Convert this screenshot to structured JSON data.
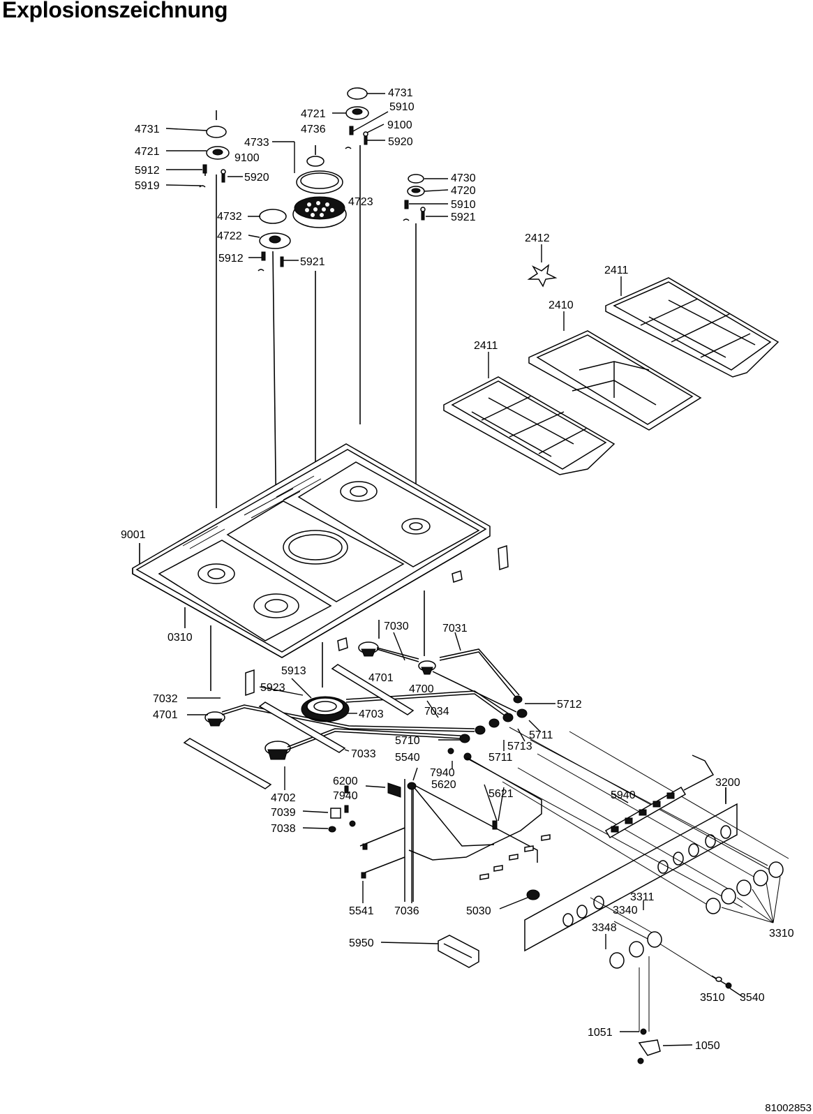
{
  "title": "Explosionszeichnung",
  "document_number": "81002853",
  "parts": {
    "p4731a": "4731",
    "p4721a": "4721",
    "p5912a": "5912",
    "p5919": "5919",
    "p9100a": "9100",
    "p5920a": "5920",
    "p4733": "4733",
    "p4736": "4736",
    "p4732": "4732",
    "p4722": "4722",
    "p5912b": "5912",
    "p5921a": "5921",
    "p4731b": "4731",
    "p4721b": "4721",
    "p5910a": "5910",
    "p9100b": "9100",
    "p5920b": "5920",
    "p4723": "4723",
    "p4730": "4730",
    "p4720": "4720",
    "p5910b": "5910",
    "p5921b": "5921",
    "p2412": "2412",
    "p2411a": "2411",
    "p2410": "2410",
    "p2411b": "2411",
    "p9001": "9001",
    "p0310": "0310",
    "p7030": "7030",
    "p7031": "7031",
    "p4701a": "4701",
    "p4700": "4700",
    "p5913": "5913",
    "p5923": "5923",
    "p7032": "7032",
    "p4701b": "4701",
    "p4703": "4703",
    "p7034": "7034",
    "p5712": "5712",
    "p5711a": "5711",
    "p5713": "5713",
    "p5710": "5710",
    "p5711b": "5711",
    "p7033": "7033",
    "p5540": "5540",
    "p7940a": "7940",
    "p5620": "5620",
    "p5621": "5621",
    "p4702": "4702",
    "p6200": "6200",
    "p7940b": "7940",
    "p7039": "7039",
    "p7038": "7038",
    "p5940": "5940",
    "p3200": "3200",
    "p5541": "5541",
    "p7036": "7036",
    "p5030": "5030",
    "p3311": "3311",
    "p3340": "3340",
    "p3348": "3348",
    "p3310": "3310",
    "p5950": "5950",
    "p3510": "3510",
    "p3540": "3540",
    "p1051": "1051",
    "p1050": "1050"
  }
}
